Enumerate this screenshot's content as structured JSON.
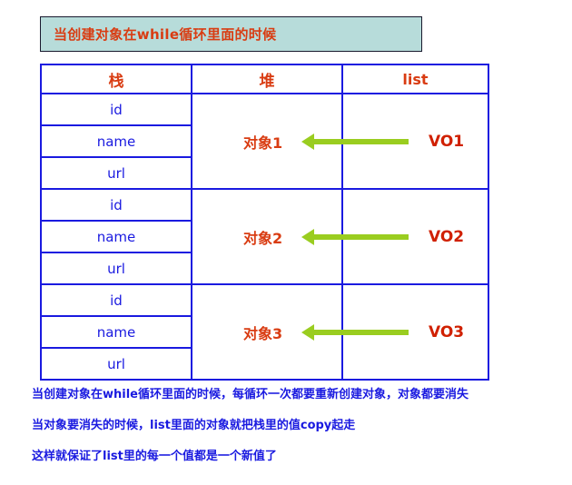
{
  "title": {
    "text": "当创建对象在while循环里面的时候"
  },
  "table": {
    "headers": [
      "栈",
      "堆",
      "list"
    ],
    "stack_fields": [
      "id",
      "name",
      "url"
    ],
    "groups": [
      {
        "stack": [
          "id",
          "name",
          "url"
        ],
        "heap": "对象1",
        "list": "VO1",
        "arrow": "left-arrow-icon"
      },
      {
        "stack": [
          "id",
          "name",
          "url"
        ],
        "heap": "对象2",
        "list": "VO2",
        "arrow": "left-arrow-icon"
      },
      {
        "stack": [
          "id",
          "name",
          "url"
        ],
        "heap": "对象3",
        "list": "VO3",
        "arrow": "left-arrow-icon"
      }
    ]
  },
  "notes": [
    "当创建对象在while循环里面的时候，每循环一次都要重新创建对象，对象都要消失",
    "当对象要消失的时候，list里面的对象就把栈里的值copy起走",
    "这样就保证了list里的每一个值都是一个新值了"
  ],
  "colors": {
    "title_background": "#b7dcda",
    "title_text": "#d93c12",
    "table_border": "#1a1ae0",
    "stack_text": "#1a1ae0",
    "header_text": "#d93c12",
    "heap_text": "#d93c12",
    "list_text": "#d02000",
    "arrow": "#9acd20",
    "note_text": "#1a1ae0"
  }
}
